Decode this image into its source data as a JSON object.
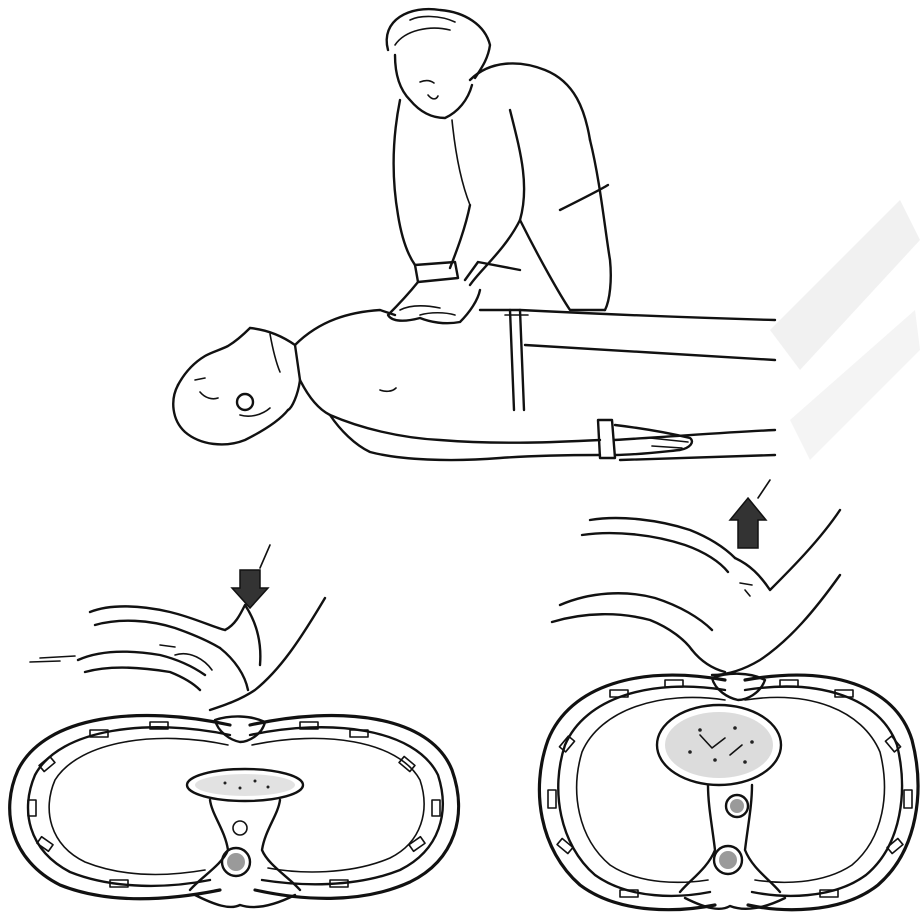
{
  "figure": {
    "panels": [
      {
        "id": "top",
        "depicts": "rescuer-compressing-chest-of-supine-patient"
      },
      {
        "id": "bottom-left",
        "depicts": "compression-phase-cross-section",
        "arrow": "down"
      },
      {
        "id": "bottom-right",
        "depicts": "release-phase-cross-section",
        "arrow": "up"
      }
    ],
    "colors": {
      "ink": "#111111",
      "background": "#ffffff",
      "watermark": "#dcdcdc"
    }
  }
}
